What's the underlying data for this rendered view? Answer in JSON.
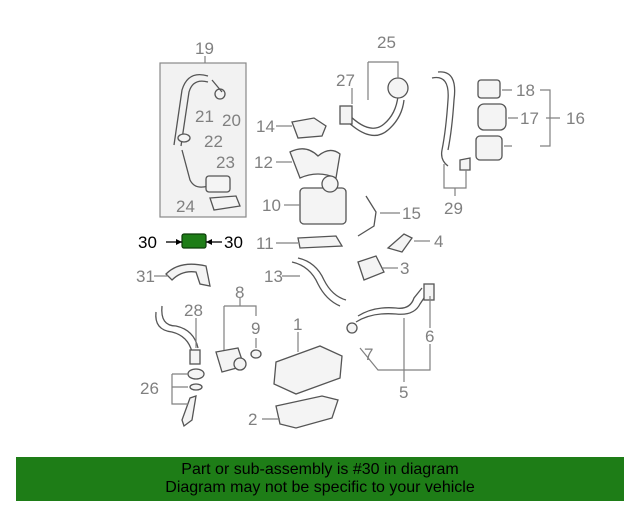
{
  "callouts": {
    "n1": "1",
    "n2": "2",
    "n3": "3",
    "n4": "4",
    "n5": "5",
    "n6": "6",
    "n7": "7",
    "n8": "8",
    "n9": "9",
    "n10": "10",
    "n11": "11",
    "n12": "12",
    "n13": "13",
    "n14": "14",
    "n15": "15",
    "n16": "16",
    "n17": "17",
    "n18": "18",
    "n19": "19",
    "n20": "20",
    "n21": "21",
    "n22": "22",
    "n23": "23",
    "n24": "24",
    "n25": "25",
    "n26": "26",
    "n27": "27",
    "n28": "28",
    "n29": "29",
    "n30a": "30",
    "n30b": "30",
    "n31": "31"
  },
  "highlight_part": "30",
  "colors": {
    "banner": "#1e7d17",
    "highlight": "#1e7d17",
    "line": "#808080"
  },
  "banner": {
    "line1": "Part or sub-assembly is #30 in diagram",
    "line2": "Diagram may not be specific to your vehicle"
  }
}
